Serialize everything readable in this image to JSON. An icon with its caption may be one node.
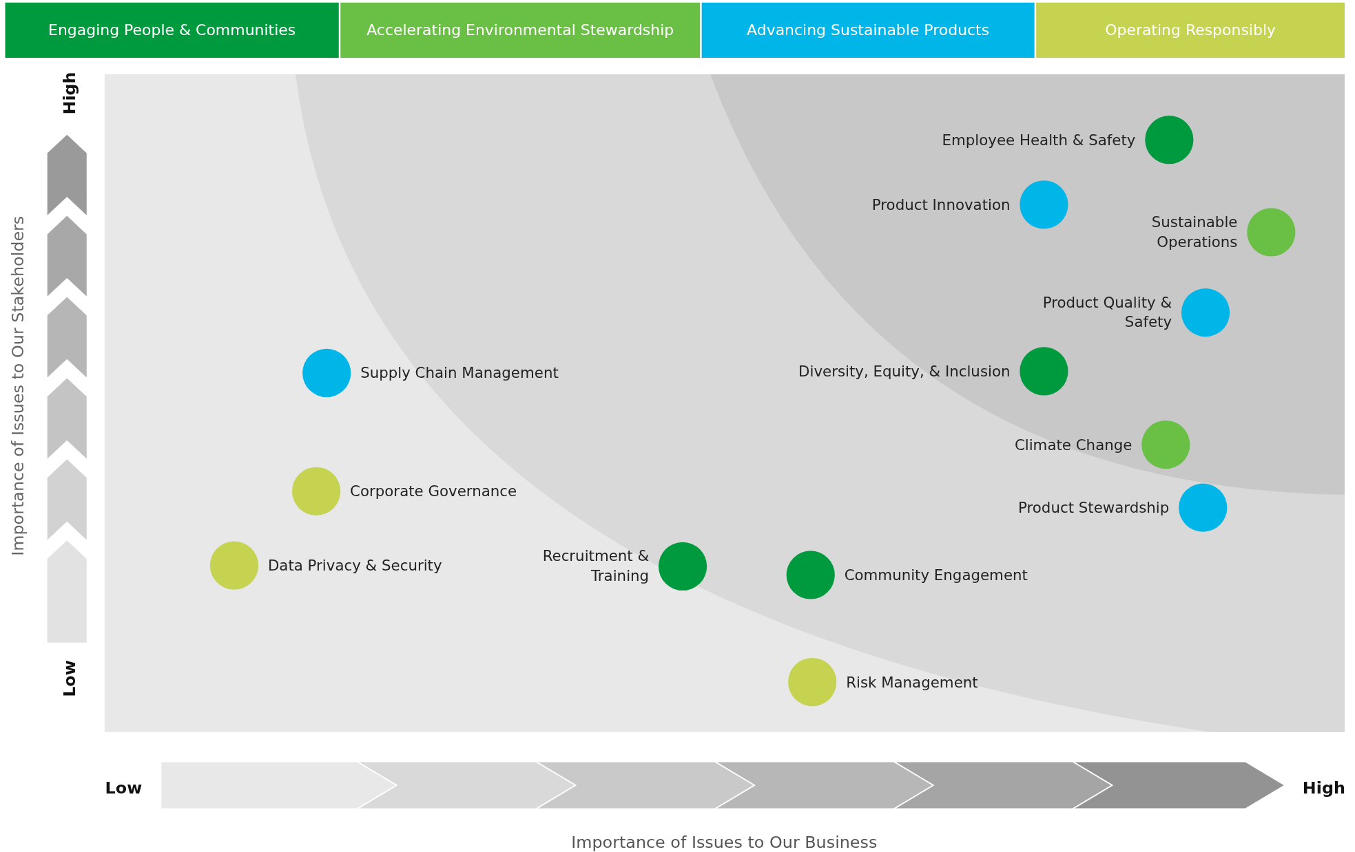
{
  "diagram": {
    "nodes": [
      {
        "text": [],
        "shape": "circle",
        "beside": [
          "Employee Health & Safety"
        ]
      },
      {
        "text": [],
        "shape": "circle",
        "beside": [
          "Product Innovation"
        ]
      },
      {
        "text": [],
        "shape": "circle",
        "beside": [
          "Sustainable Operations"
        ]
      },
      {
        "text": [],
        "shape": "circle",
        "beside": [
          "Product Quality & Safety"
        ]
      },
      {
        "text": [],
        "shape": "circle",
        "beside": [
          "Supply Chain Management"
        ]
      },
      {
        "text": [],
        "shape": "circle",
        "beside": [
          "Diversity, Equity, & Inclusion"
        ]
      },
      {
        "text": [],
        "shape": "circle",
        "beside": [
          "Climate Change"
        ]
      },
      {
        "text": [],
        "shape": "circle",
        "beside": [
          "Corporate Governance"
        ]
      },
      {
        "text": [],
        "shape": "circle",
        "beside": [
          "Product Stewardship"
        ]
      },
      {
        "text": [],
        "shape": "circle",
        "beside": [
          "Data Privacy & Security"
        ]
      },
      {
        "text": [],
        "shape": "circle",
        "beside": [
          "Recruitment & Training"
        ]
      },
      {
        "text": [],
        "shape": "circle",
        "beside": [
          "Community Engagement"
        ]
      },
      {
        "text": [],
        "shape": "circle",
        "beside": [
          "Risk Management"
        ]
      }
    ],
    "labels": [
      "High",
      "Low",
      "Importance of Issues to Our Stakeholders",
      "Low",
      "High",
      "Importance of Issues to Our Business"
    ],
    "legend": [
      {
        "text": "Engaging People & Communities",
        "color": "#009a3e"
      },
      {
        "text": "Accelerating Environmental Stewardship",
        "color": "#6abf45"
      },
      {
        "text": "Advancing Sustainable Products",
        "color": "#00b5e8"
      },
      {
        "text": "Operating Responsibly",
        "color": "#c5d350"
      }
    ]
  }
}
